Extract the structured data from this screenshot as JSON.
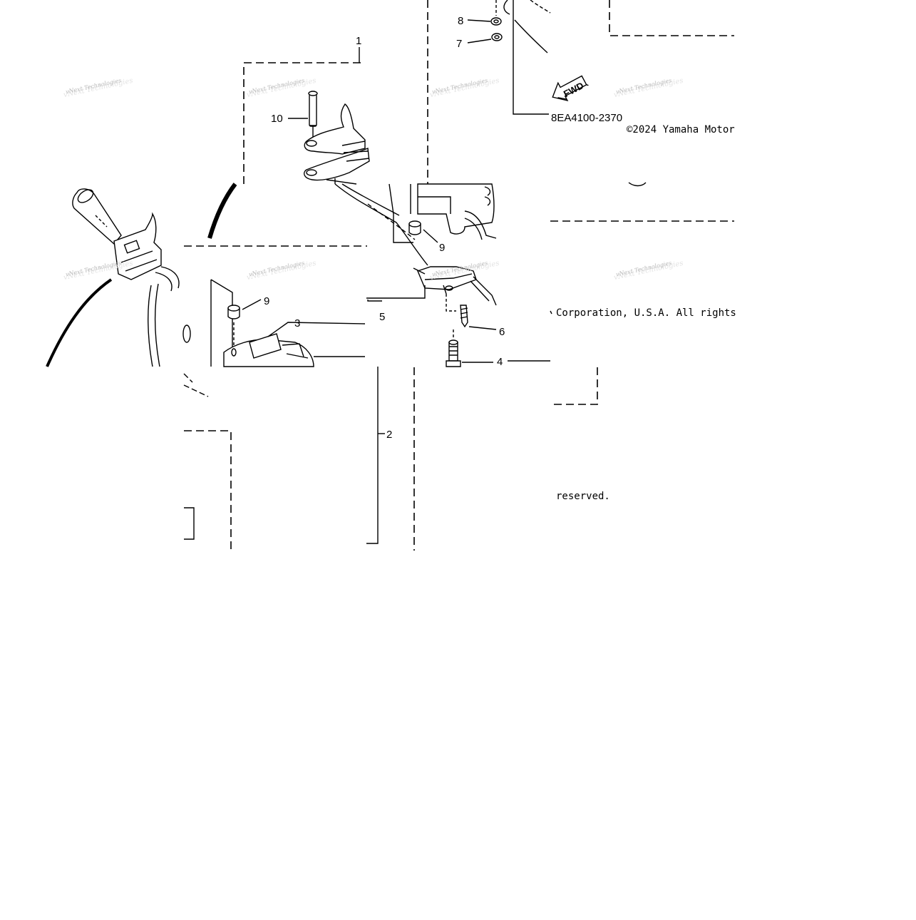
{
  "diagram": {
    "callouts": [
      {
        "id": "c1",
        "text": "1"
      },
      {
        "id": "c2",
        "text": "2"
      },
      {
        "id": "c3",
        "text": "3"
      },
      {
        "id": "c4",
        "text": "4"
      },
      {
        "id": "c5",
        "text": "5"
      },
      {
        "id": "c6",
        "text": "6"
      },
      {
        "id": "c7",
        "text": "7"
      },
      {
        "id": "c8",
        "text": "8"
      },
      {
        "id": "c9a",
        "text": "9"
      },
      {
        "id": "c9b",
        "text": "9"
      },
      {
        "id": "c10",
        "text": "10"
      }
    ],
    "part_number": "8EA4100-2370",
    "fwd_label": "FWD",
    "copyright": {
      "line1": "©2024 Yamaha Motor",
      "line2": "Corporation, U.S.A. All rights",
      "line3": "reserved."
    },
    "watermark": {
      "line1": "vNext Technologies",
      "line2": "vNext Technologies"
    }
  }
}
